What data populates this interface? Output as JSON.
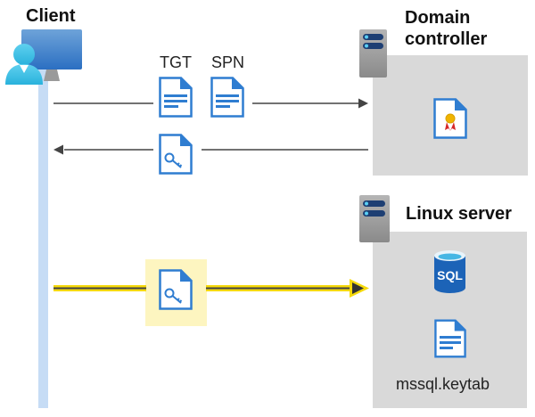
{
  "client": {
    "title": "Client"
  },
  "domain_controller": {
    "title_line1": "Domain",
    "title_line2": "controller"
  },
  "linux_server": {
    "title": "Linux server",
    "keytab_label": "mssql.keytab",
    "sql_label": "SQL"
  },
  "messages": {
    "tgt_label": "TGT",
    "spn_label": "SPN"
  },
  "colors": {
    "lifeline": "#c6dcf5",
    "box": "#d9d9d9",
    "highlight": "#fdf5c0",
    "arrow_yellow": "#f5d90a",
    "doc_blue": "#2f7dd1"
  }
}
